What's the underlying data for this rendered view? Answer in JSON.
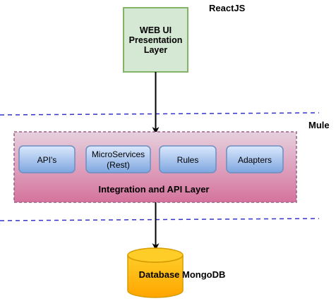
{
  "layers": {
    "top_tech": "ReactJS",
    "middle_tech": "Mule"
  },
  "web_ui": {
    "lines": [
      "WEB UI",
      "Presentation",
      "Layer"
    ]
  },
  "integration": {
    "label": "Integration and API Layer",
    "components": [
      {
        "lines": [
          "API's"
        ]
      },
      {
        "lines": [
          "MicroServices",
          "(Rest)"
        ]
      },
      {
        "lines": [
          "Rules"
        ]
      },
      {
        "lines": [
          "Adapters"
        ]
      }
    ]
  },
  "database": {
    "label": "Database MongoDB"
  },
  "colors": {
    "web_ui_fill": "#d5e8d4",
    "web_ui_stroke": "#82b366",
    "integration_fill_top": "#e6d0de",
    "integration_fill_bottom": "#d5739d",
    "integration_stroke": "#996185",
    "component_fill_top": "#dae8fc",
    "component_fill_bottom": "#7ea6e0",
    "component_stroke": "#6c8ebf",
    "database_fill_top": "#ffcd28",
    "database_fill_bottom": "#ffa500",
    "database_stroke": "#d79b00",
    "divider": "#3333cc"
  }
}
